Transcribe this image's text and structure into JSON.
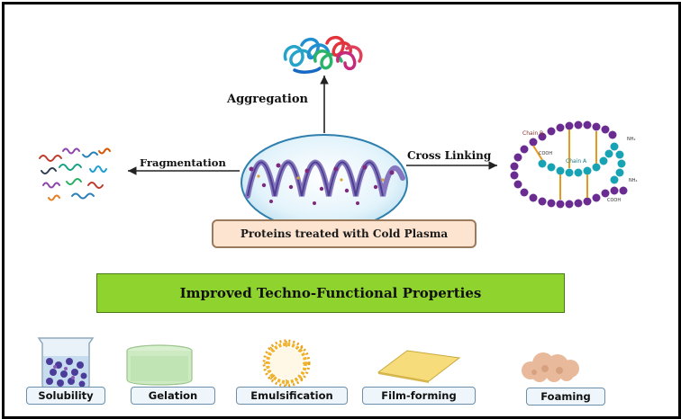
{
  "labels": {
    "aggregation": "Aggregation",
    "fragmentation": "Fragmentation",
    "cross_linking": "Cross Linking",
    "proteins_treated": "Proteins treated with Cold Plasma",
    "improved": "Improved Techno-Functional Properties"
  },
  "chain_labels": {
    "chain_b": "Chain B",
    "chain_a": "Chain A",
    "cooh_1": "COOH",
    "cooh_2": "COOH",
    "nh2_1": "NH₂",
    "nh2_2": "NH₂"
  },
  "properties": [
    {
      "label": "Solubility"
    },
    {
      "label": "Gelation"
    },
    {
      "label": "Emulsification"
    },
    {
      "label": "Film-forming"
    },
    {
      "label": "Foaming"
    }
  ]
}
